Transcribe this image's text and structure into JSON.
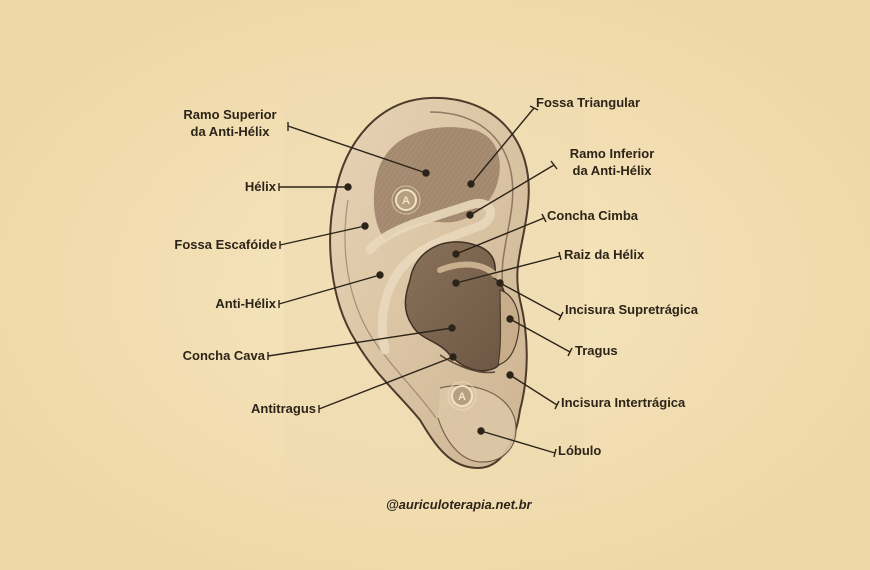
{
  "labels": {
    "ramo_superior_anti_helix": "Ramo Superior\nda Anti-Hélix",
    "helix": "Hélix",
    "fossa_escafoide": "Fossa Escafóide",
    "anti_helix": "Anti-Hélix",
    "concha_cava": "Concha Cava",
    "antitragus": "Antitragus",
    "fossa_triangular": "Fossa Triangular",
    "ramo_inferior_anti_helix": "Ramo Inferior\nda Anti-Hélix",
    "concha_cimba": "Concha Cimba",
    "raiz_da_helix": "Raiz da Hélix",
    "incisura_supretragica": "Incisura Supretrágica",
    "tragus": "Tragus",
    "incisura_intertragica": "Incisura Intertrágica",
    "lobulo": "Lóbulo"
  },
  "credit": "@auriculoterapia.net.br",
  "badges": [
    "A",
    "A"
  ],
  "colors": {
    "background": "#f3dfb2",
    "ink": "#2c2418",
    "skin": "#d9c2a0",
    "shadow": "#7a6450"
  }
}
